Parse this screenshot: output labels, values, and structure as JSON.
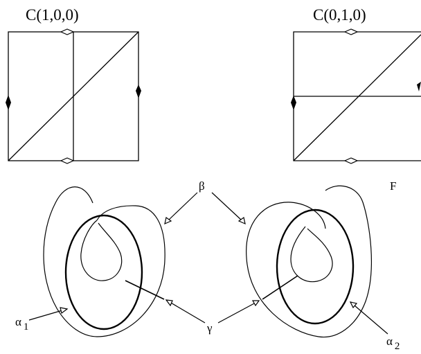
{
  "panels": {
    "left_title": "C(1,0,0)",
    "right_title": "C(0,1,0)"
  },
  "labels": {
    "beta": "β",
    "gamma": "γ",
    "F": "F",
    "alpha": "α",
    "alpha1_sub": "1",
    "alpha2_sub": "2"
  }
}
